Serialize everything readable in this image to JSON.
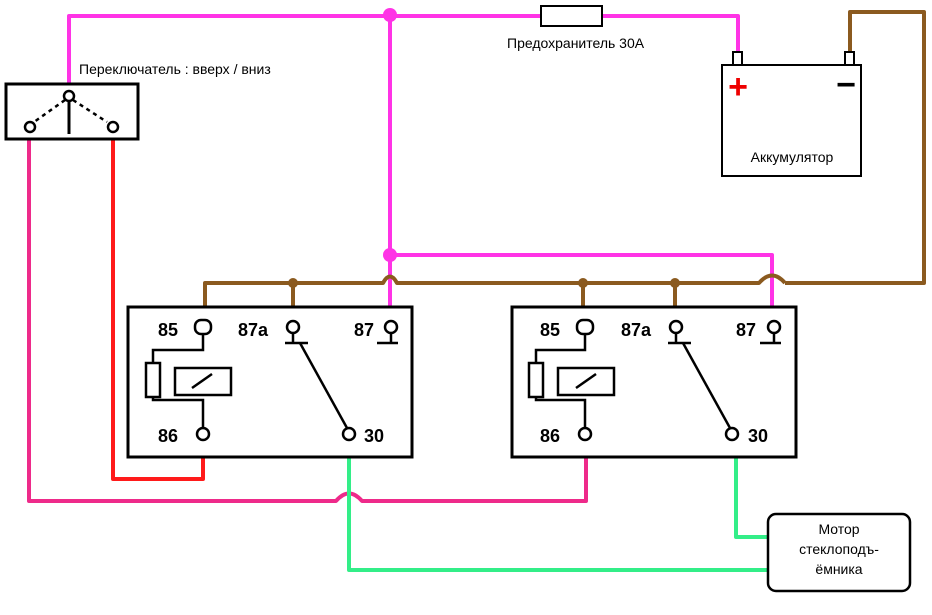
{
  "labels": {
    "switch": "Переключатель  : вверх / вниз",
    "fuse": "Предохранитель 30А",
    "battery": "Аккумулятор",
    "battery_plus": "+",
    "battery_minus": "−",
    "motor_line1": "Мотор",
    "motor_line2": "стеклоподъ-",
    "motor_line3": "ёмника"
  },
  "relay_left": {
    "pin85": "85",
    "pin86": "86",
    "pin87a": "87a",
    "pin87": "87",
    "pin30": "30"
  },
  "relay_right": {
    "pin85": "85",
    "pin86": "86",
    "pin87a": "87a",
    "pin87": "87",
    "pin30": "30"
  },
  "colors": {
    "magenta": "#ff33e6",
    "brown": "#8b5a1f",
    "red": "#ff1a1a",
    "pink": "#ee2a8a",
    "green": "#33ee88",
    "outline": "#000000",
    "plus": "#ee0000"
  }
}
